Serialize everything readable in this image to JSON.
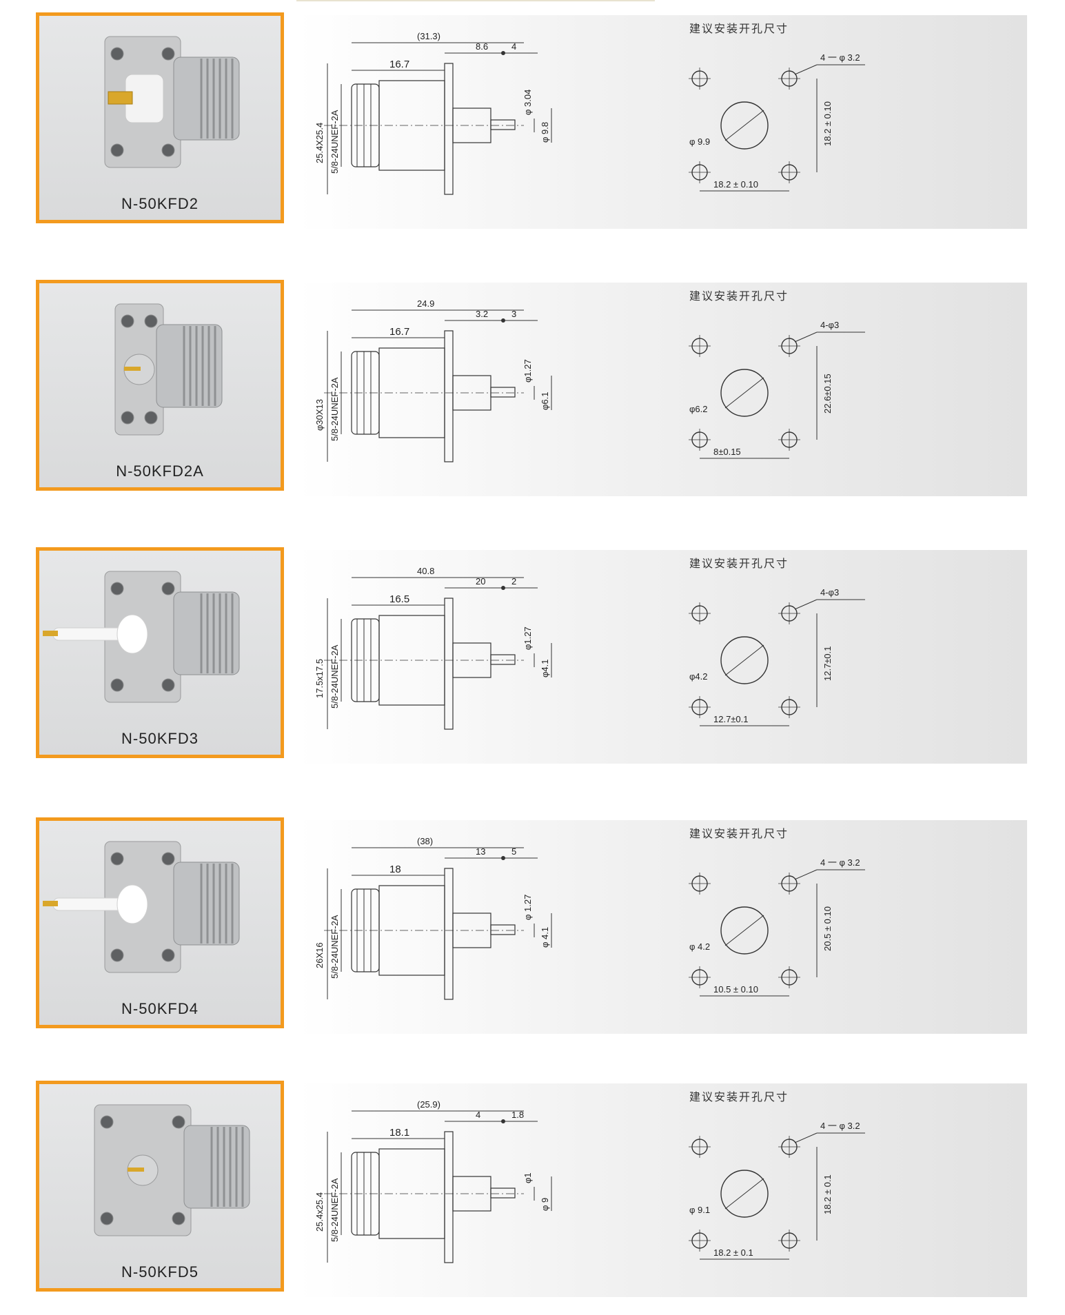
{
  "cut_title": "建议安装开孔尺寸",
  "products": [
    {
      "model": "N-50KFD2",
      "side": {
        "overall": "(31.3)",
        "thread_len": "16.7",
        "seg_a": "8.6",
        "seg_b": "4",
        "flange": "25.4X25.4",
        "thread": "5/8-24UNEF-2A",
        "pin": "φ 3.04",
        "body": "φ 9.8"
      },
      "cutout": {
        "holes": "4 一 φ 3.2",
        "center": "φ 9.9",
        "vert": "18.2 ± 0.10",
        "horiz": "18.2 ± 0.10"
      }
    },
    {
      "model": "N-50KFD2A",
      "side": {
        "overall": "24.9",
        "thread_len": "16.7",
        "seg_a": "3.2",
        "seg_b": "3",
        "flange": "φ30X13",
        "thread": "5/8-24UNEF-2A",
        "pin": "φ1.27",
        "body": "φ6.1"
      },
      "cutout": {
        "holes": "4-φ3",
        "center": "φ6.2",
        "vert": "22.6±0.15",
        "horiz": "8±0.15"
      }
    },
    {
      "model": "N-50KFD3",
      "side": {
        "overall": "40.8",
        "thread_len": "16.5",
        "seg_a": "20",
        "seg_b": "2",
        "flange": "17.5x17.5",
        "thread": "5/8-24UNEF-2A",
        "pin": "φ1.27",
        "body": "φ4.1"
      },
      "cutout": {
        "holes": "4-φ3",
        "center": "φ4.2",
        "vert": "12.7±0.1",
        "horiz": "12.7±0.1"
      }
    },
    {
      "model": "N-50KFD4",
      "side": {
        "overall": "(38)",
        "thread_len": "18",
        "seg_a": "13",
        "seg_b": "5",
        "flange": "26X16",
        "thread": "5/8-24UNEF-2A",
        "pin": "φ 1.27",
        "body": "φ 4.1"
      },
      "cutout": {
        "holes": "4 一 φ 3.2",
        "center": "φ 4.2",
        "vert": "20.5 ± 0.10",
        "horiz": "10.5 ± 0.10"
      }
    },
    {
      "model": "N-50KFD5",
      "side": {
        "overall": "(25.9)",
        "thread_len": "18.1",
        "seg_a": "4",
        "seg_b": "1.8",
        "flange": "25.4x25.4",
        "thread": "5/8-24UNEF-2A",
        "pin": "φ1",
        "body": "φ 9"
      },
      "cutout": {
        "holes": "4 一 φ 3.2",
        "center": "φ 9.1",
        "vert": "18.2 ± 0.1",
        "horiz": "18.2 ± 0.1"
      }
    }
  ],
  "colors": {
    "frame": "#f39a1e",
    "line": "#333333"
  }
}
